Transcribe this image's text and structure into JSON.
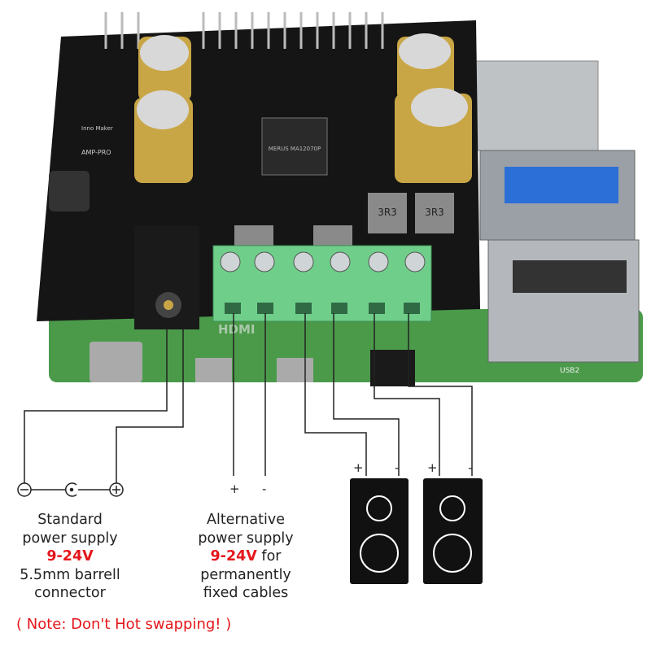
{
  "board": {
    "model_label": "AMP-PRO",
    "brand_label": "Inno Maker",
    "chip_label": "MERUS MA12070P",
    "inductor_label": "3R3",
    "usb_label": "USB2",
    "hdmi_label": "HDMI",
    "colors": {
      "pcb": "#151515",
      "pi": "#4a9a4a",
      "terminal": "#6fcf8a",
      "capacitor": "#c9a645",
      "wire": "#222222",
      "accent": "#e5161b"
    }
  },
  "barrel_connector": {
    "symbols": [
      "minus",
      "center",
      "plus"
    ]
  },
  "labels": {
    "standard": {
      "line1": "Standard",
      "line2": "power supply",
      "voltage": "9-24V",
      "line3": "5.5mm barrell",
      "line4": "connector"
    },
    "alternative": {
      "line1": "Alternative",
      "line2": "power supply",
      "voltage": "9-24V",
      "voltage_suffix": " for",
      "line3": "permanently",
      "line4": "fixed cables"
    },
    "alt_plus": "+",
    "alt_minus": "-",
    "spk1_plus": "+",
    "spk1_minus": "-",
    "spk2_plus": "+",
    "spk2_minus": "-",
    "note": "( Note: Don't Hot swapping! )"
  }
}
